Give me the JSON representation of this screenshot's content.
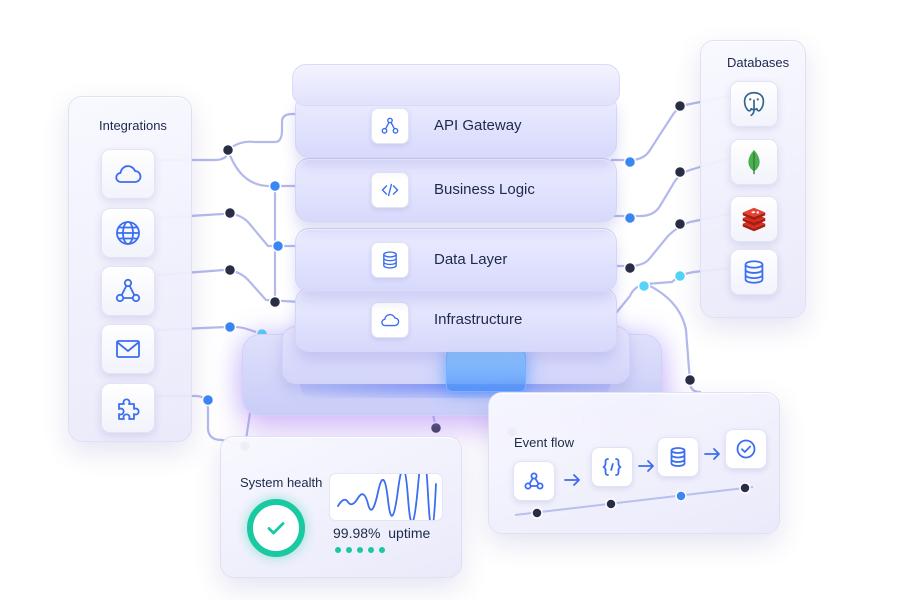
{
  "integrations": {
    "title": "Integrations",
    "items": [
      {
        "icon": "cloud-icon"
      },
      {
        "icon": "globe-icon"
      },
      {
        "icon": "network-icon"
      },
      {
        "icon": "mail-icon"
      },
      {
        "icon": "puzzle-icon"
      }
    ]
  },
  "stack": {
    "layers": [
      {
        "label": "API Gateway",
        "icon": "network-icon"
      },
      {
        "label": "Business Logic",
        "icon": "code-icon"
      },
      {
        "label": "Data Layer",
        "icon": "database-icon"
      },
      {
        "label": "Infrastructure",
        "icon": "cloud-icon"
      }
    ]
  },
  "databases": {
    "title": "Databases",
    "items": [
      {
        "icon": "postgresql-icon"
      },
      {
        "icon": "mongodb-icon"
      },
      {
        "icon": "redis-icon"
      },
      {
        "icon": "database-icon"
      }
    ]
  },
  "system_health": {
    "title": "System health",
    "uptime_value": "99.98%",
    "uptime_label": "uptime",
    "status_icon": "check-circle-icon",
    "status_dots": 5
  },
  "event_flow": {
    "title": "Event flow",
    "steps": [
      {
        "icon": "webhook-icon"
      },
      {
        "icon": "braces-icon"
      },
      {
        "icon": "database-icon"
      },
      {
        "icon": "check-circle-icon"
      }
    ]
  },
  "colors": {
    "accent": "#3b6ef0",
    "wire": "#a8aee6",
    "health_green": "#18c9a2",
    "postgres_blue": "#336791",
    "mongo_green": "#4caf50",
    "redis_red": "#d82c20"
  }
}
